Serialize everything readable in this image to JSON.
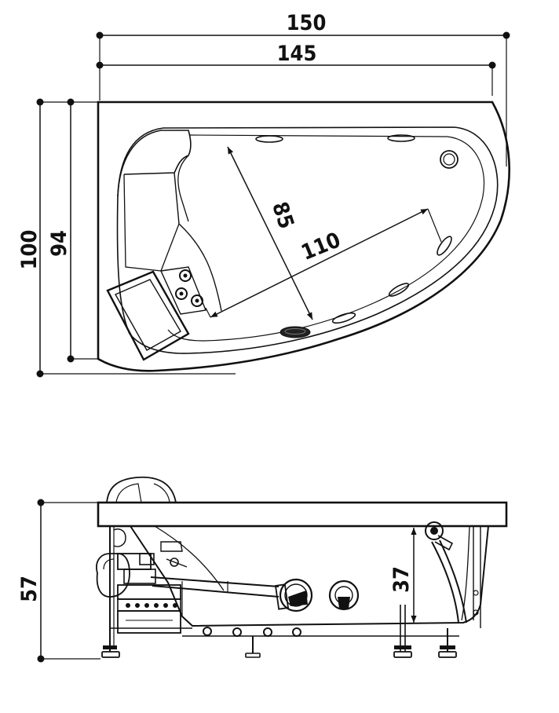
{
  "top_view": {
    "dim_total_length": "150",
    "dim_inner_length": "145",
    "dim_total_width": "100",
    "dim_inner_width": "94",
    "dim_basin_depth_diag": "85",
    "dim_basin_length_diag": "110"
  },
  "side_view": {
    "dim_total_height": "57",
    "dim_inner_height": "37"
  },
  "colors": {
    "line": "#111111",
    "background": "#ffffff"
  }
}
